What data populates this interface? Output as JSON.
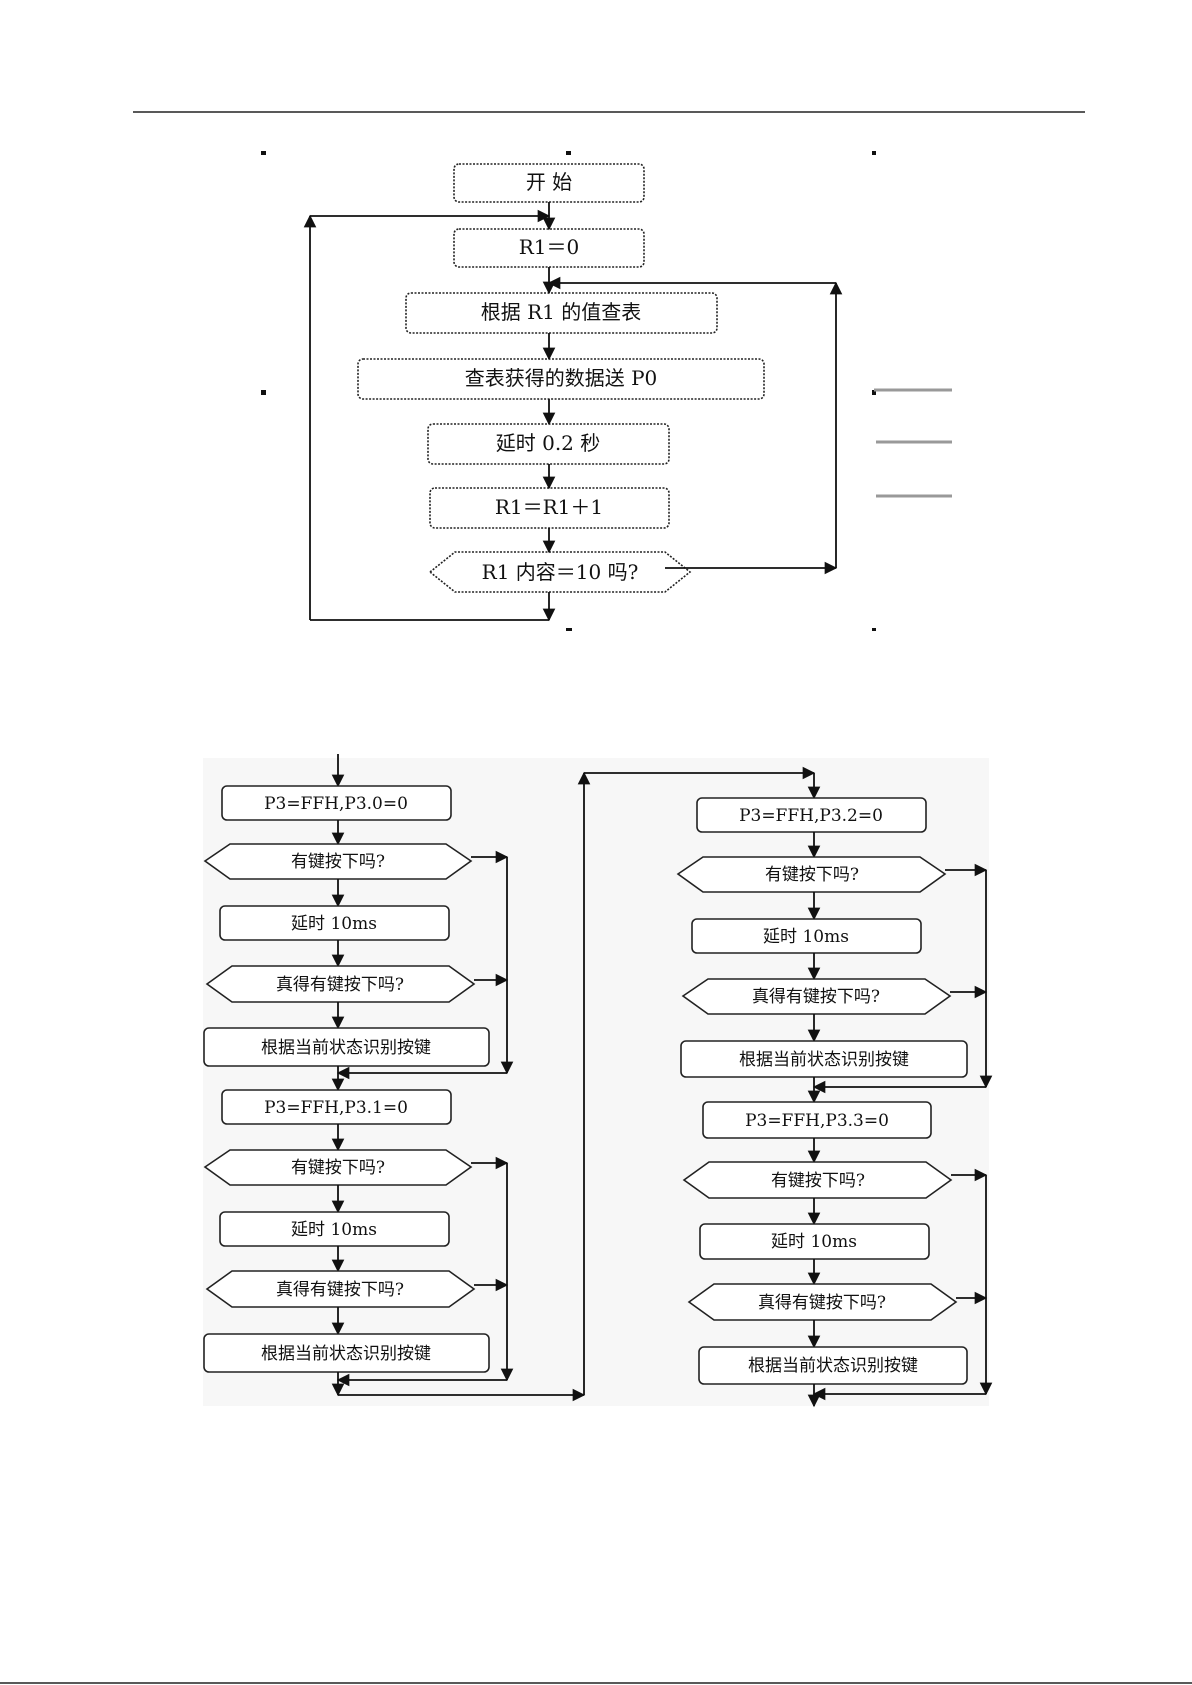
{
  "flowchart_1": {
    "start": "开  始",
    "init": "R1＝0",
    "lookup": "根据 R1 的值查表",
    "send": "查表获得的数据送 P0",
    "delay": "延时 0.2 秒",
    "increment": "R1＝R1＋1",
    "decision": "R1 内容＝10 吗?"
  },
  "flowchart_2": {
    "left_column": [
      {
        "scan": "P3=FFH,P3.0=0",
        "pressed": "有键按下吗?",
        "delay": "延时 10ms",
        "confirm": "真得有键按下吗?",
        "identify": "根据当前状态识别按键"
      },
      {
        "scan": "P3=FFH,P3.1=0",
        "pressed": "有键按下吗?",
        "delay": "延时 10ms",
        "confirm": "真得有键按下吗?",
        "identify": "根据当前状态识别按键"
      }
    ],
    "right_column": [
      {
        "scan": "P3=FFH,P3.2=0",
        "pressed": "有键按下吗?",
        "delay": "延时 10ms",
        "confirm": "真得有键按下吗?",
        "identify": "根据当前状态识别按键"
      },
      {
        "scan": "P3=FFH,P3.3=0",
        "pressed": "有键按下吗?",
        "delay": "延时 10ms",
        "confirm": "真得有键按下吗?",
        "identify": "根据当前状态识别按键"
      }
    ]
  }
}
